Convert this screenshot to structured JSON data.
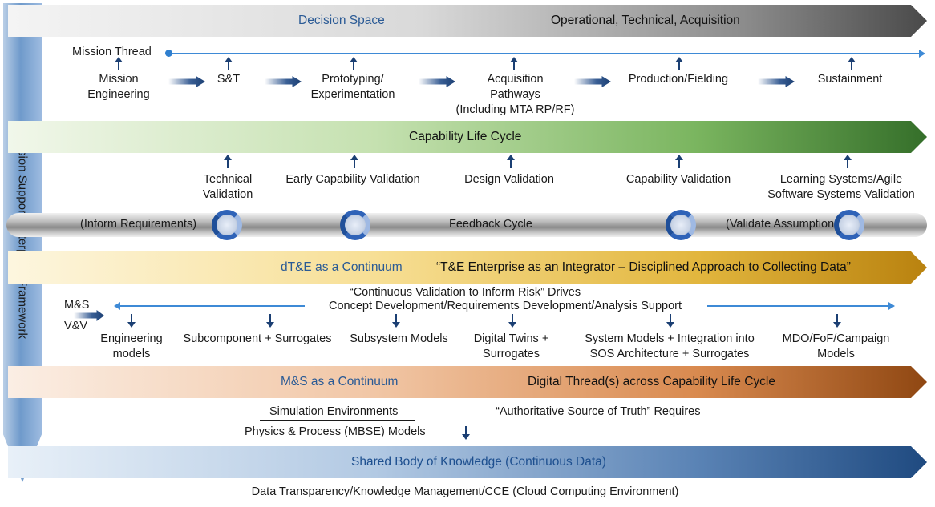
{
  "frame": {
    "vertical_label": "Decision Support Enterprise Framework",
    "footer": "Data Transparency/Knowledge Management/CCE (Cloud Computing Environment)"
  },
  "decision_space": {
    "label_left": "Decision Space",
    "label_right": "Operational, Technical, Acquisition"
  },
  "mission_thread": {
    "label": "Mission Thread",
    "stages": [
      {
        "text": "Mission\nEngineering"
      },
      {
        "text": "S&T"
      },
      {
        "text": "Prototyping/\nExperimentation"
      },
      {
        "text": "Acquisition\nPathways\n(Including MTA RP/RF)"
      },
      {
        "text": "Production/Fielding"
      },
      {
        "text": "Sustainment"
      }
    ]
  },
  "capability_life_cycle": {
    "label": "Capability Life Cycle"
  },
  "validation": {
    "items": [
      {
        "text": "Technical\nValidation"
      },
      {
        "text": "Early Capability Validation"
      },
      {
        "text": "Design Validation"
      },
      {
        "text": "Capability Validation"
      },
      {
        "text": "Learning Systems/Agile\nSoftware Systems Validation"
      }
    ]
  },
  "feedback": {
    "left": "(Inform Requirements)",
    "center": "Feedback Cycle",
    "right": "(Validate Assumptions)"
  },
  "dte": {
    "label_left": "dT&E as a Continuum",
    "label_right": "“T&E Enterprise as an Integrator – Disciplined Approach to Collecting Data”"
  },
  "ms_vv": {
    "label_top": "M&S",
    "label_bottom": "V&V",
    "drives_line1": "“Continuous Validation to Inform Risk” Drives",
    "drives_line2": "Concept Development/Requirements Development/Analysis Support",
    "models": [
      {
        "text": "Engineering\nmodels"
      },
      {
        "text": "Subcomponent + Surrogates"
      },
      {
        "text": "Subsystem Models"
      },
      {
        "text": "Digital Twins +\nSurrogates"
      },
      {
        "text": "System Models + Integration into\nSOS Architecture + Surrogates"
      },
      {
        "text": "MDO/FoF/Campaign\nModels"
      }
    ]
  },
  "ms_continuum": {
    "label_left": "M&S as a Continuum",
    "label_right": "Digital Thread(s) across Capability Life Cycle"
  },
  "sources": {
    "sim_env": "Simulation Environments",
    "physics": "Physics & Process (MBSE) Models",
    "truth": "“Authoritative Source of Truth” Requires"
  },
  "knowledge": {
    "label": "Shared Body of Knowledge (Continuous Data)"
  },
  "colors": {
    "dark_blue": "#1b3f73",
    "green_band": "#3e8a33",
    "gold_band": "#c9951a",
    "orange_band": "#9a4e18",
    "blue_band": "#264d80"
  }
}
